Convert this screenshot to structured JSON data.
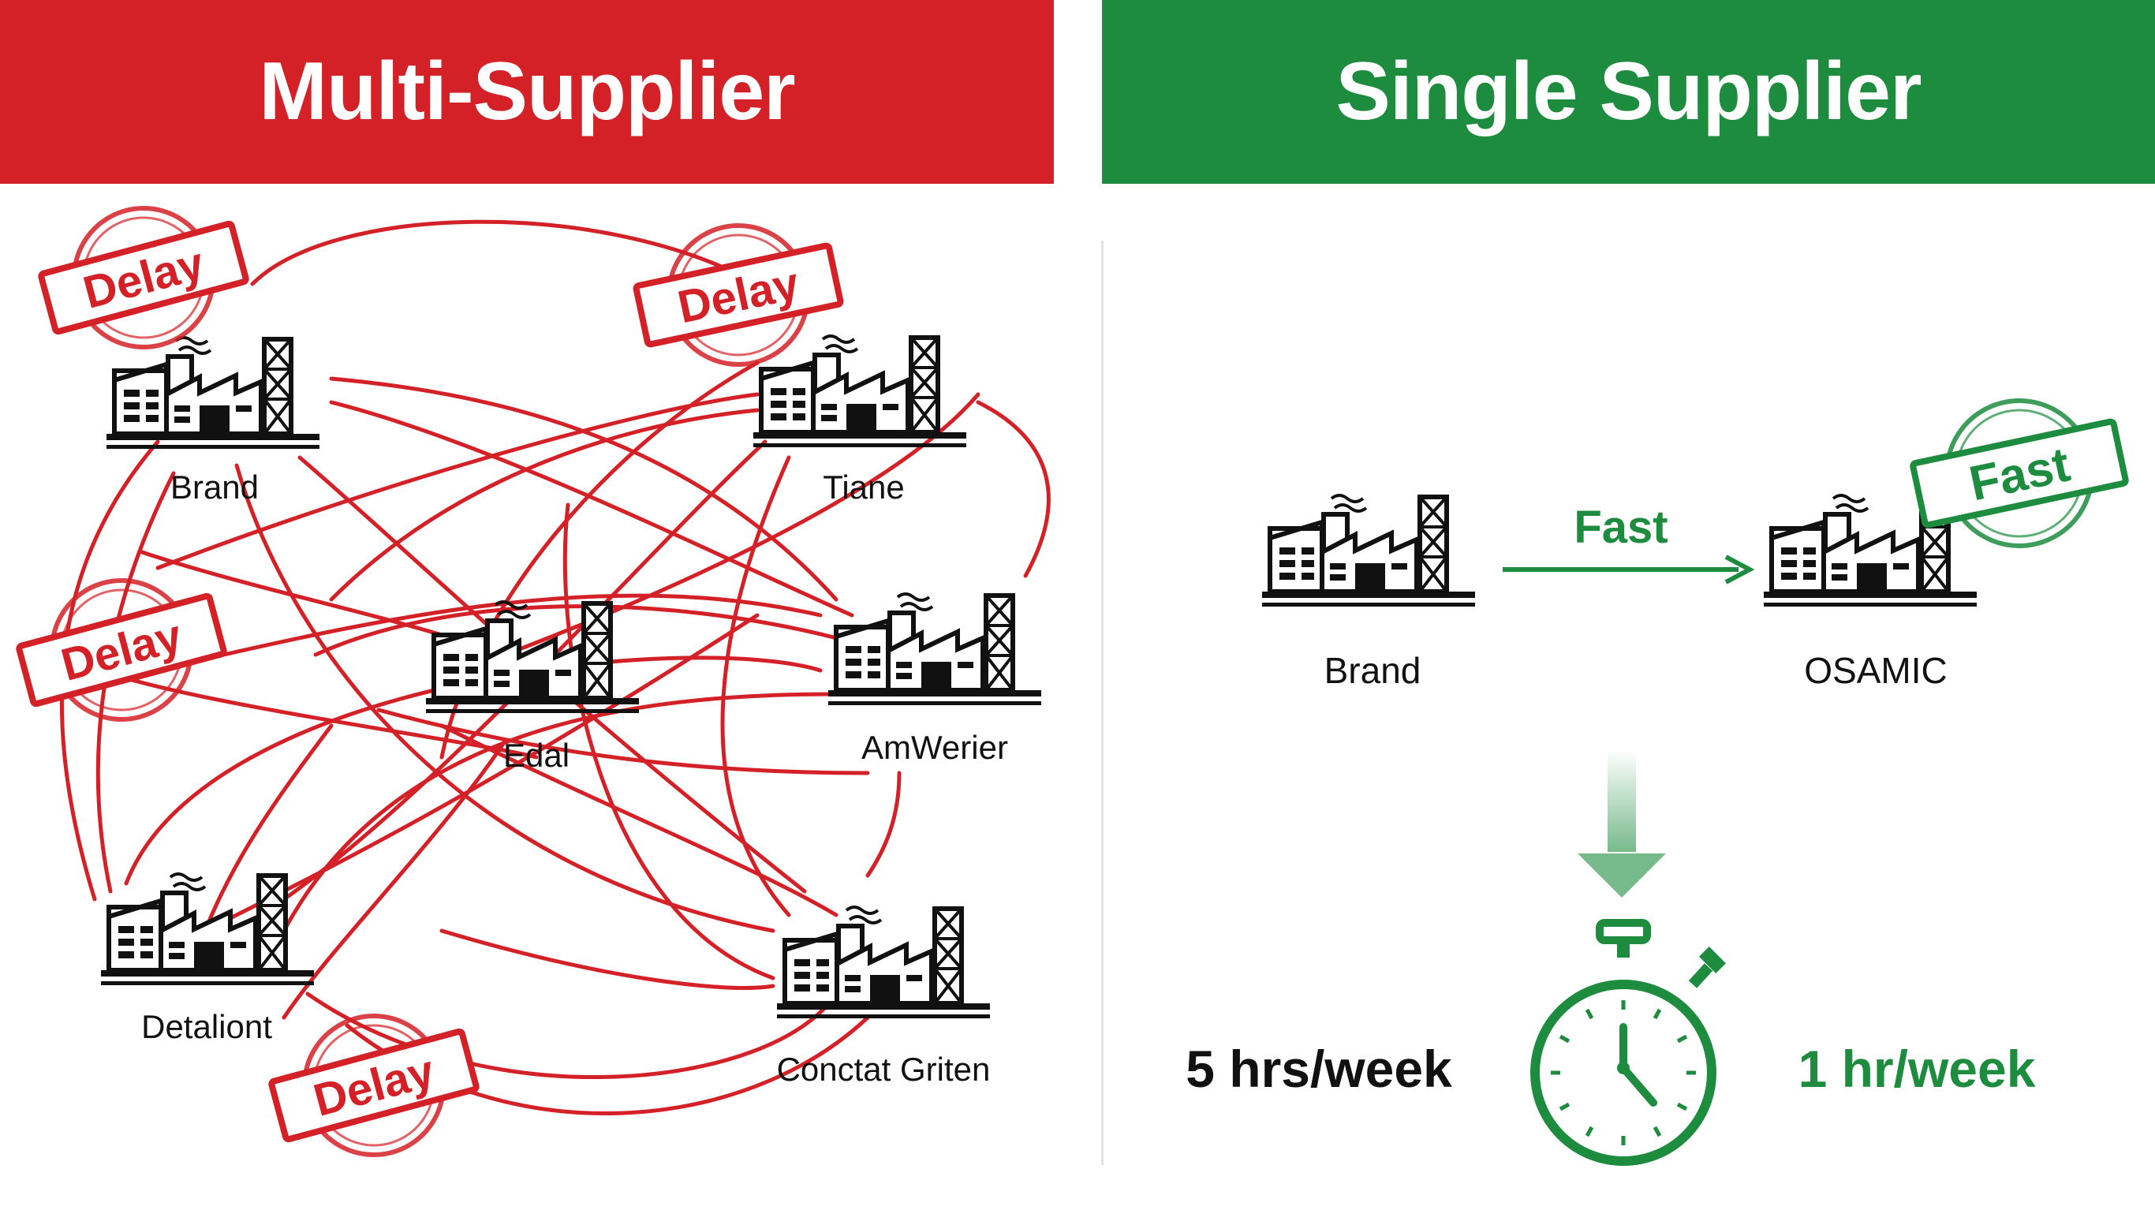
{
  "left_panel": {
    "title": "Multi-Supplier",
    "stamp_text": "Delay",
    "factories": [
      {
        "name": "Brand"
      },
      {
        "name": "Tiane"
      },
      {
        "name": "Edal"
      },
      {
        "name": "AmWerier"
      },
      {
        "name": "Detaliont"
      },
      {
        "name": "Conctat Griten"
      }
    ]
  },
  "right_panel": {
    "title": "Single Supplier",
    "source": "Brand",
    "target": "OSAMIC",
    "arrow_label": "Fast",
    "stamp_text": "Fast",
    "time_before": "5 hrs/week",
    "time_after": "1 hr/week"
  },
  "colors": {
    "red": "#d42128",
    "green": "#1d8c3f",
    "black": "#111111"
  },
  "icons": [
    "factory-icon",
    "stopwatch-icon",
    "arrow-right-icon",
    "arrow-down-icon"
  ]
}
